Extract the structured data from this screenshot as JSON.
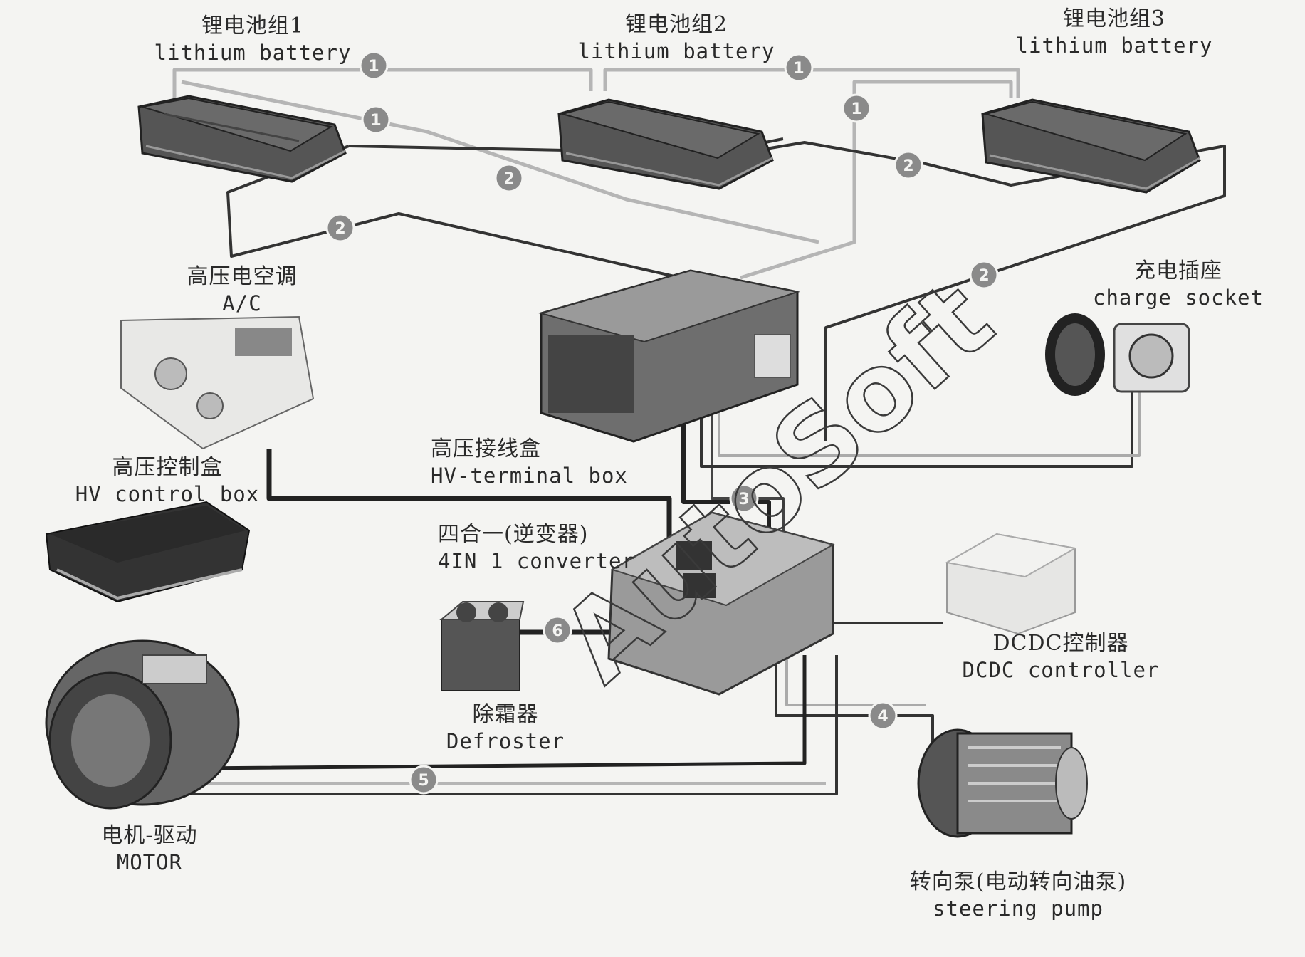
{
  "labels": {
    "battery1": {
      "cn": "锂电池组1",
      "en": "lithium battery"
    },
    "battery2": {
      "cn": "锂电池组2",
      "en": "lithium battery"
    },
    "battery3": {
      "cn": "锂电池组3",
      "en": "lithium battery"
    },
    "ac": {
      "cn": "高压电空调",
      "en": "A/C"
    },
    "hv_control_box": {
      "cn": "高压控制盒",
      "en": "HV control box"
    },
    "hv_terminal_box": {
      "cn": "高压接线盒",
      "en": "HV-terminal box"
    },
    "charge_socket": {
      "cn": "充电插座",
      "en": "charge  socket"
    },
    "converter": {
      "cn": "四合一(逆变器)",
      "en": "4IN 1 converter"
    },
    "defroster": {
      "cn": "除霜器",
      "en": "Defroster"
    },
    "dcdc": {
      "cn": "DCDC控制器",
      "en": "DCDC controller"
    },
    "motor": {
      "cn": "电机-驱动",
      "en": "MOTOR"
    },
    "steering_pump": {
      "cn": "转向泵(电动转向油泵)",
      "en": "steering  pump"
    }
  },
  "badges": {
    "b1": "1",
    "b2": "1",
    "b3": "1",
    "b4": "1",
    "b5": "2",
    "b6": "2",
    "b7": "2",
    "b8": "2",
    "b9": "3",
    "b10": "4",
    "b11": "5",
    "b12": "6"
  },
  "watermark": "AutoSoft",
  "colors": {
    "line_light": "#b8b8b8",
    "line_dark": "#2b2b2b",
    "badge": "#8a8a8a",
    "component": "#4a4a4a"
  }
}
